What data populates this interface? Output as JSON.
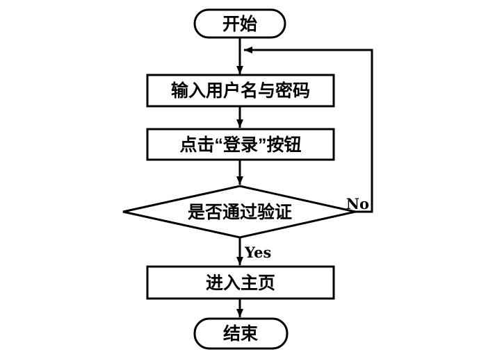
{
  "diagram": {
    "type": "flowchart",
    "background_color": "#ffffff",
    "line_color": "#000000",
    "node_fill_color": "#ffffff",
    "nodes": {
      "start": {
        "type": "terminator",
        "label": "开始"
      },
      "input_credentials": {
        "type": "process",
        "label": "输入用户名与密码"
      },
      "click_login": {
        "type": "process",
        "label": "点击“登录”按钮"
      },
      "verify_check": {
        "type": "decision",
        "label": "是否通过验证"
      },
      "enter_home": {
        "type": "process",
        "label": "进入主页"
      },
      "end": {
        "type": "terminator",
        "label": "结束"
      }
    },
    "edges": {
      "start_to_input": {
        "from": "start",
        "to": "input_credentials",
        "label": ""
      },
      "input_to_click": {
        "from": "input_credentials",
        "to": "click_login",
        "label": ""
      },
      "click_to_verify": {
        "from": "click_login",
        "to": "verify_check",
        "label": ""
      },
      "verify_to_home": {
        "from": "verify_check",
        "to": "enter_home",
        "label": "Yes"
      },
      "verify_no_loop": {
        "from": "verify_check",
        "to": "input_credentials",
        "label": "No"
      },
      "home_to_end": {
        "from": "enter_home",
        "to": "end",
        "label": ""
      }
    }
  }
}
